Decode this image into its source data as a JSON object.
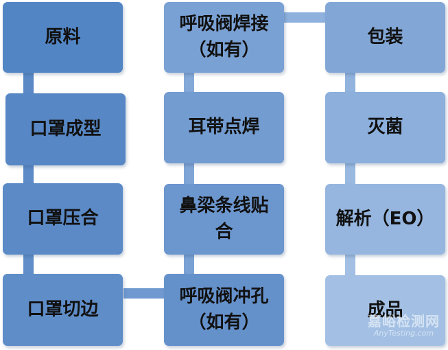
{
  "diagram": {
    "nodes": [
      {
        "id": "raw-material",
        "label": "原料",
        "color": "#5285c4"
      },
      {
        "id": "mask-forming",
        "label": "口罩成型",
        "color": "#5787c4"
      },
      {
        "id": "mask-pressing",
        "label": "口罩压合",
        "color": "#5b8ac6"
      },
      {
        "id": "mask-cutting",
        "label": "口罩切边",
        "color": "#5f8dc8"
      },
      {
        "id": "valve-punching",
        "label": "呼吸阀冲孔\n（如有）",
        "color": "#6591cb"
      },
      {
        "id": "nose-strip",
        "label": "鼻梁条线贴\n合",
        "color": "#6c96ce"
      },
      {
        "id": "ear-loop-welding",
        "label": "耳带点焊",
        "color": "#739cd1"
      },
      {
        "id": "valve-welding",
        "label": "呼吸阀焊接\n（如有）",
        "color": "#7aa1d4"
      },
      {
        "id": "packaging",
        "label": "包装",
        "color": "#82a7d7"
      },
      {
        "id": "sterilization",
        "label": "灭菌",
        "color": "#8cafdb"
      },
      {
        "id": "eo-analysis",
        "label": "解析（EO）",
        "color": "#96b6df"
      },
      {
        "id": "finished-product",
        "label": "成品",
        "color": "#a3c0e4"
      }
    ],
    "connector_color": "#8eb1dd"
  },
  "watermark": {
    "line1": "嘉峪检测网",
    "line2": "AnyTesting.com"
  }
}
